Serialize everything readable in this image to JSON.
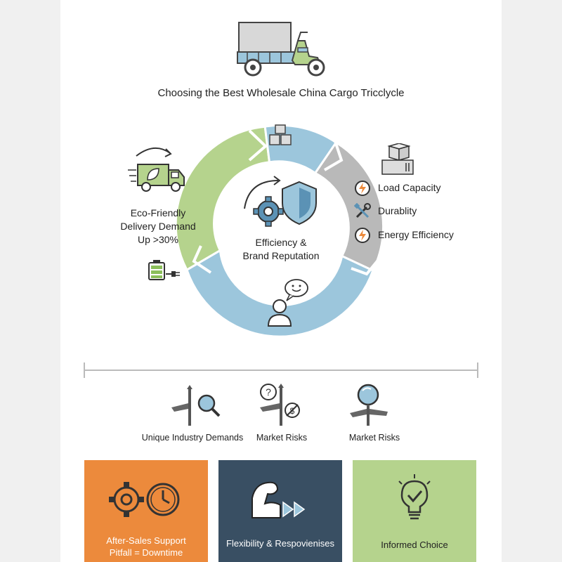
{
  "title": "Choosing the Best Wholesale China Cargo Tricclycle",
  "cycle": {
    "center_line1": "Efficiency &",
    "center_line2": "Brand Reputation",
    "eco_line1": "Eco-Friendly",
    "eco_line2": "Delivery Demand",
    "eco_line3": "Up >30%",
    "colors": {
      "green": "#b5d38d",
      "blue": "#9cc6dc",
      "gray": "#b9b9b9"
    }
  },
  "factors": [
    {
      "icon": "lightning-icon",
      "label": "Load Capacity"
    },
    {
      "icon": "tools-icon",
      "label": "Durablity"
    },
    {
      "icon": "lightning-icon",
      "label": "Energy Efficiency"
    }
  ],
  "signposts": [
    {
      "icon": "signpost-magnifier-icon",
      "label": "Unique Industry Demands"
    },
    {
      "icon": "signpost-question-icon",
      "label": "Market Risks"
    },
    {
      "icon": "signpost-mirror-icon",
      "label": "Market Risks"
    }
  ],
  "panels": [
    {
      "line1": "After-Sales Support",
      "line2": "Pitfall = Downtime",
      "color": "#ec8a3c",
      "text_color": "#ffffff"
    },
    {
      "line1": "Flexibility & Respovienises",
      "color": "#394f63",
      "text_color": "#ffffff"
    },
    {
      "line1": "Informed Choice",
      "color": "#b5d38d",
      "text_color": "#222222"
    }
  ]
}
